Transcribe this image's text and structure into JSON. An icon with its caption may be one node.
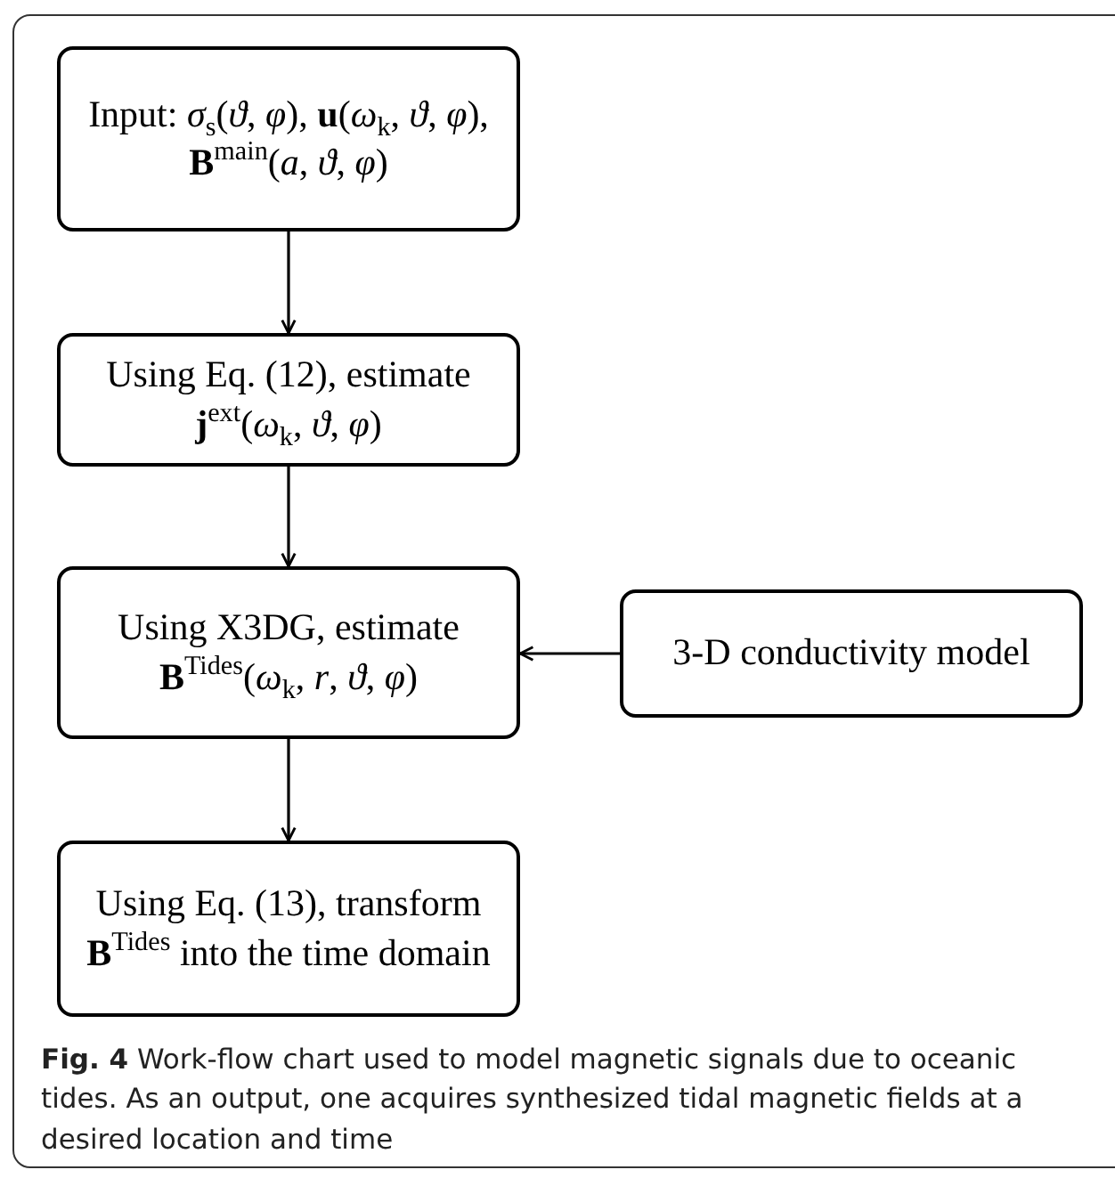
{
  "diagram": {
    "caption": "**Fig. 4** Work-flow chart used to model magnetic signals due to oceanic tides. As an output, one acquires synthesized tidal magnetic fields at a desired location and time",
    "nodes": [
      {
        "text": [
          "Input: *σ*$_{s}$(*ϑ*, *φ*), **u**(*ω*$_{k}$, *ϑ*, *φ*), **B**$^{main}$(*a*, *ϑ*, *φ*)"
        ]
      },
      {
        "text": [
          "Using Eq. (12), estimate **j**$^{ext}$(*ω*$_{k}$, *ϑ*, *φ*)"
        ]
      },
      {
        "text": [
          "Using X3DG, estimate **B**$^{Tides}$(*ω*$_{k}$, *r*, *ϑ*, *φ*)"
        ]
      },
      {
        "text": [
          "3-D conductivity model"
        ]
      },
      {
        "text": [
          "Using Eq. (13), transform **B**$^{Tides}$ into the time domain"
        ]
      }
    ],
    "edges": [
      {
        "from": 0,
        "to": 1,
        "arrow": "to"
      },
      {
        "from": 1,
        "to": 2,
        "arrow": "to"
      },
      {
        "from": 3,
        "to": 2,
        "arrow": "to"
      },
      {
        "from": 2,
        "to": 4,
        "arrow": "to"
      }
    ]
  }
}
